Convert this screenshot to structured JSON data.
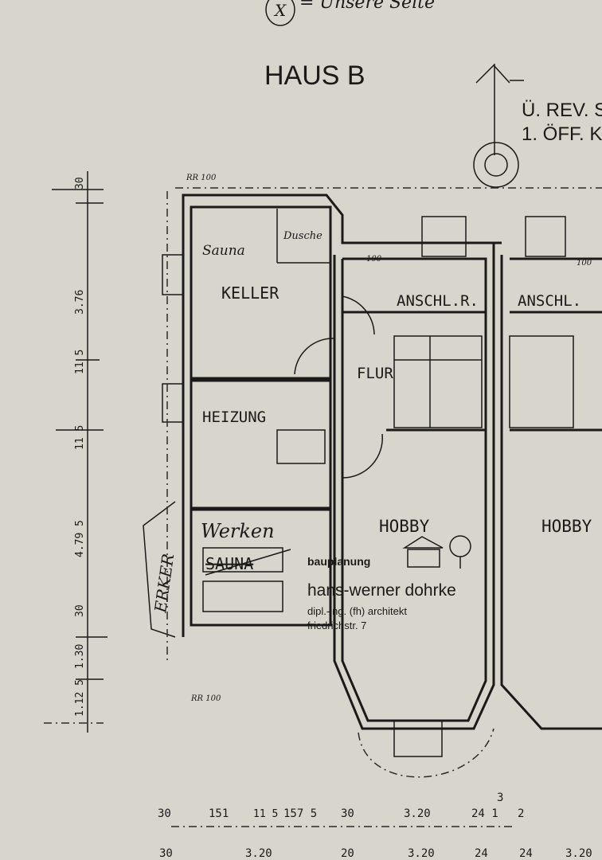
{
  "header": {
    "legend_note": "= Unsere Seite",
    "legend_symbol": "X",
    "title": "HAUS B",
    "revision_line1": "Ü. REV. S",
    "revision_line2": "1. ÖFF. K"
  },
  "rooms": {
    "sauna_hand": "Sauna",
    "dusche_hand": "Dusche",
    "keller": "KELLER",
    "heizung": "HEIZUNG",
    "werken_hand": "Werken",
    "sauna_struck": "SAUNA",
    "erker": "ERKER",
    "anschl_r": "ANSCHL.R.",
    "anschl_right": "ANSCHL.",
    "flur": "FLUR",
    "hobby": "HOBBY",
    "hobby_right": "HOBBY"
  },
  "annotations": {
    "rr_top": "RR 100",
    "rr_bottom": "RR 100",
    "level_a": "100",
    "level_b": "100"
  },
  "stamp": {
    "line1": "bauplanung",
    "line2": "hans-werner dohrke",
    "line3": "dipl.-ing. (fh) architekt",
    "line4": "friedrichstr. 7"
  },
  "dimensions": {
    "left": [
      "30",
      "3.76",
      "11 5",
      "11 5",
      "4.79 5",
      "30",
      "1.30",
      "1.12 5"
    ],
    "bottom_top": [
      "30",
      "151",
      "11 5",
      "157 5",
      "30",
      "3.20",
      "24 1",
      "3",
      "2"
    ],
    "bottom_bottom": [
      "30",
      "3.20",
      "20",
      "3.20",
      "24",
      "24",
      "3.20"
    ]
  }
}
